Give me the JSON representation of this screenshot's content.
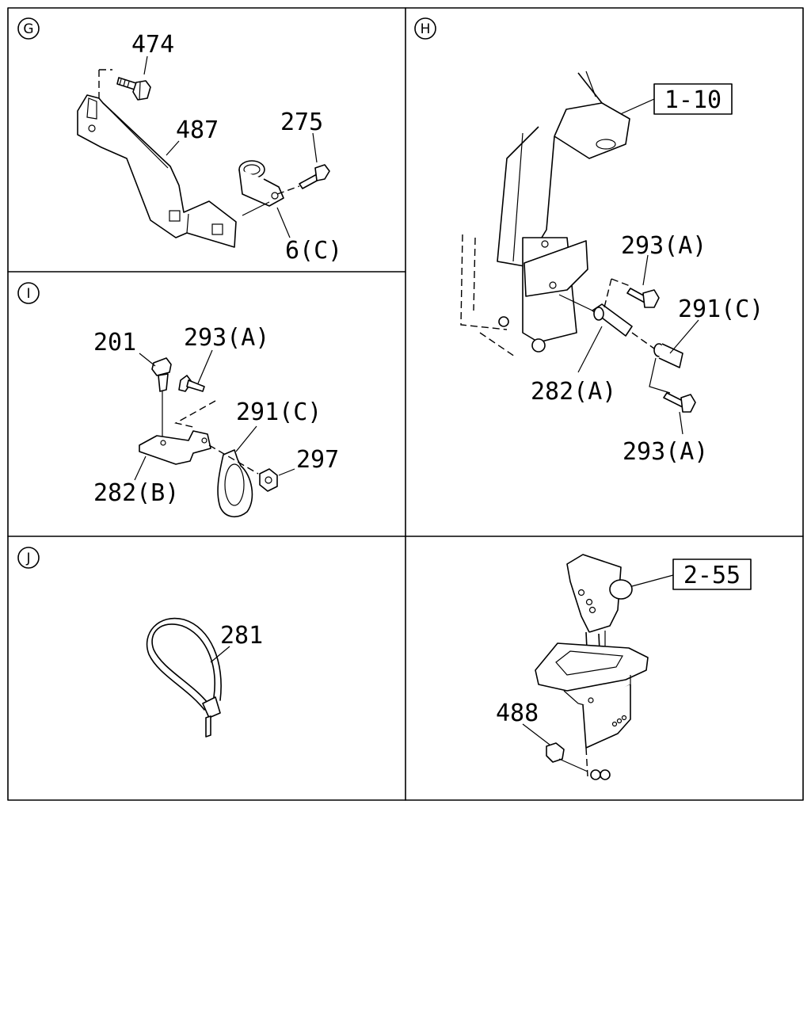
{
  "sections": {
    "g": {
      "marker": "G",
      "labels": {
        "p474": "474",
        "p487": "487",
        "p275": "275",
        "p6c": "6(C)"
      }
    },
    "h": {
      "marker": "H",
      "ref_box": "1-10",
      "labels": {
        "p293a_top": "293(A)",
        "p291c": "291(C)",
        "p282a": "282(A)",
        "p293a_bottom": "293(A)"
      }
    },
    "i": {
      "marker": "I",
      "labels": {
        "p201": "201",
        "p293a": "293(A)",
        "p291c": "291(C)",
        "p297": "297",
        "p282b": "282(B)"
      }
    },
    "j": {
      "marker": "J",
      "labels": {
        "p281": "281"
      }
    },
    "k": {
      "ref_box": "2-55",
      "labels": {
        "p488": "488"
      }
    }
  }
}
